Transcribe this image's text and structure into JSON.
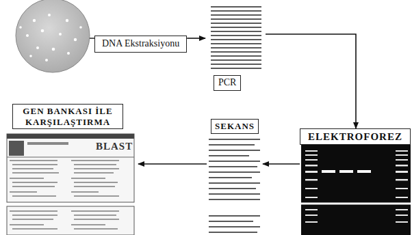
{
  "diagram": {
    "nodes": [
      {
        "text": [
          "DNA Ekstraksiyonu"
        ]
      },
      {
        "text": [
          "PCR"
        ]
      },
      {
        "text": [
          "ELEKTROFOREZ"
        ]
      },
      {
        "text": [
          "SEKANS"
        ]
      },
      {
        "text": [
          "GEN BANKASI İLE KARŞILAŞTIRMA"
        ]
      }
    ],
    "edges": [
      {
        "from": 0,
        "to": 1,
        "arrow": "to"
      },
      {
        "from": 1,
        "to": 2,
        "arrow": "to"
      },
      {
        "from": 2,
        "to": 3,
        "arrow": "to"
      },
      {
        "from": 3,
        "to": 4,
        "arrow": "to"
      }
    ],
    "labels": [
      "BLAST"
    ]
  }
}
